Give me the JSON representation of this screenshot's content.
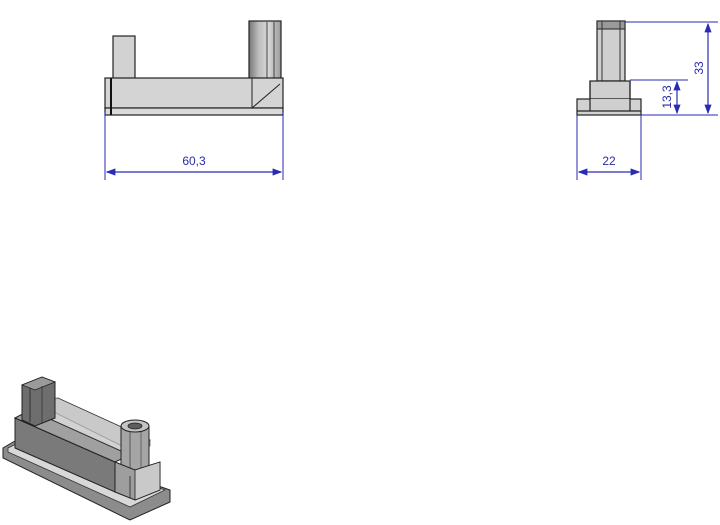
{
  "drawing": {
    "views": {
      "front": {
        "name": "front-view",
        "dimension_width": "60,3"
      },
      "side": {
        "name": "side-view",
        "dimension_width": "22",
        "dimension_total_height": "33",
        "dimension_base_height": "13,3"
      },
      "iso": {
        "name": "isometric-view"
      }
    },
    "colors": {
      "dimension": "#2a2ab4",
      "part_fill": "#d2d2d2",
      "part_dark": "#8a8a8a",
      "outline": "#222222",
      "background": "#ffffff"
    }
  }
}
